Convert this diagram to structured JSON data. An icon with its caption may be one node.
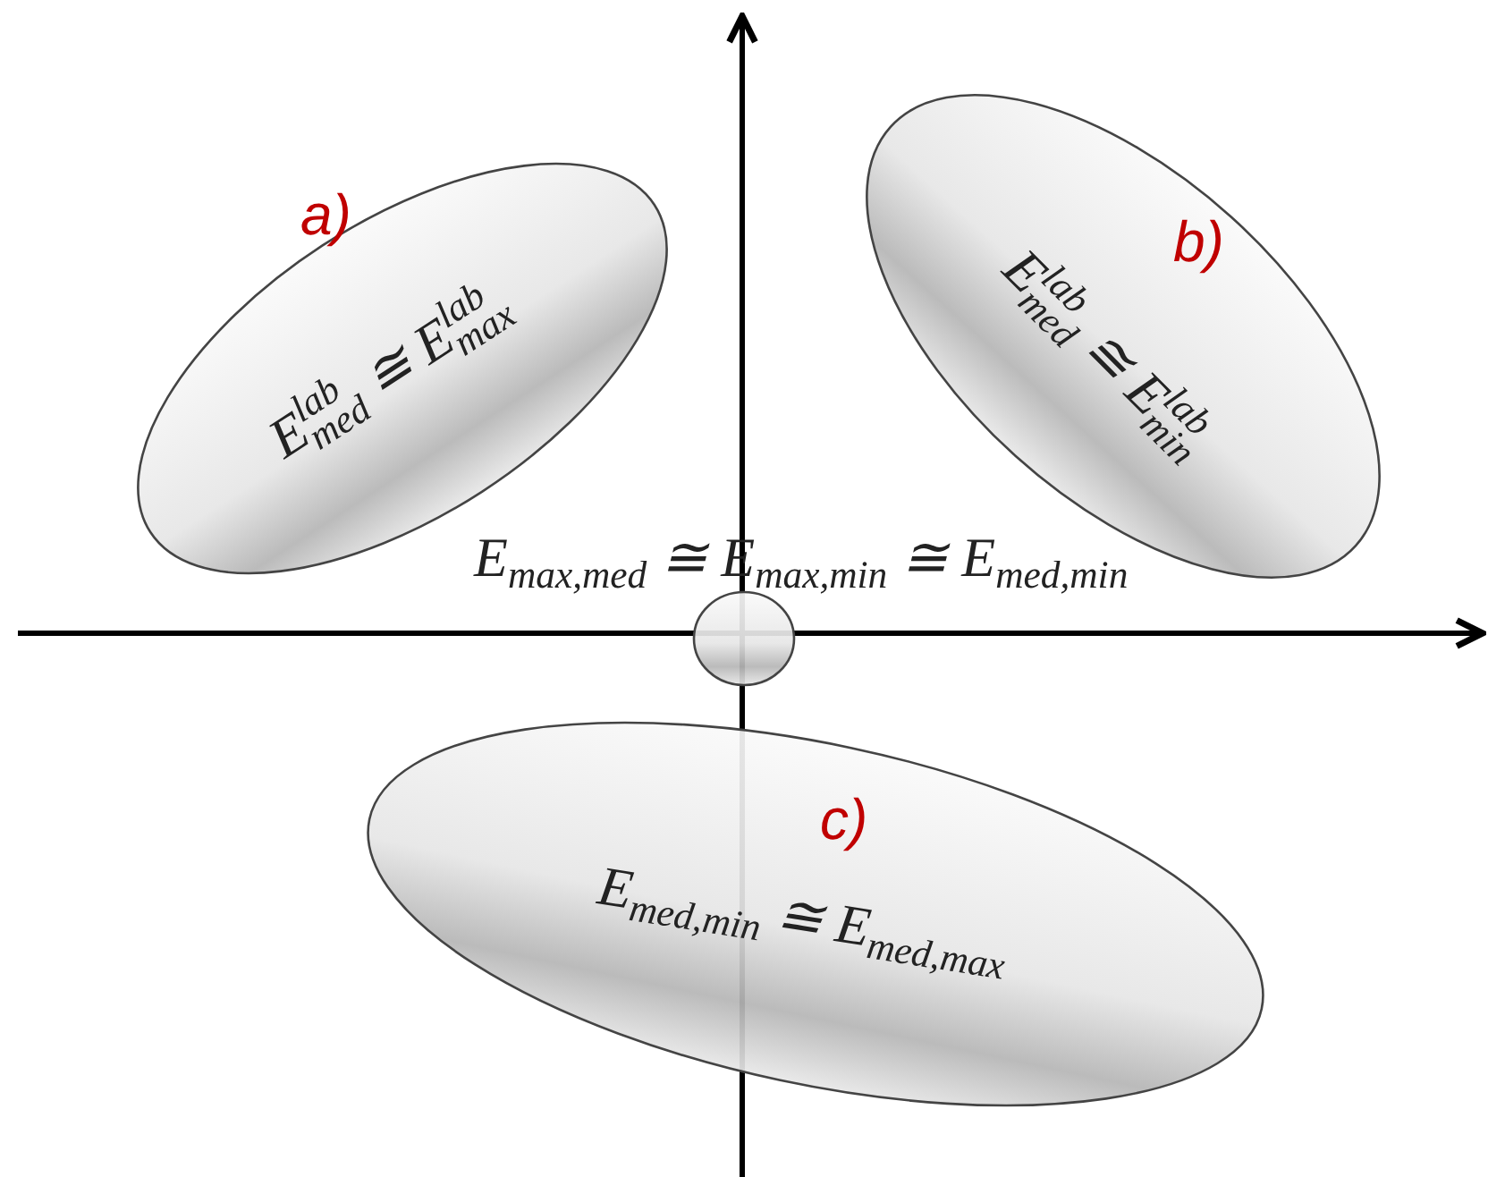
{
  "diagram": {
    "nodes": [
      {
        "text": [
          "a)",
          "E$^{lab}$$_{med}$ ≅ E$^{lab}$$_{max}$"
        ]
      },
      {
        "text": [
          "b)",
          "E$^{lab}$$_{med}$ ≅ E$^{lab}$$_{min}$"
        ]
      },
      {
        "text": [],
        "shape": "circle",
        "beside": [
          "E$_{max,med}$ ≅ E$_{max,min}$ ≅ E$_{med,min}$"
        ]
      },
      {
        "text": [
          "c)",
          "E$_{med,min}$ ≅ E$_{med,max}$"
        ]
      }
    ]
  }
}
